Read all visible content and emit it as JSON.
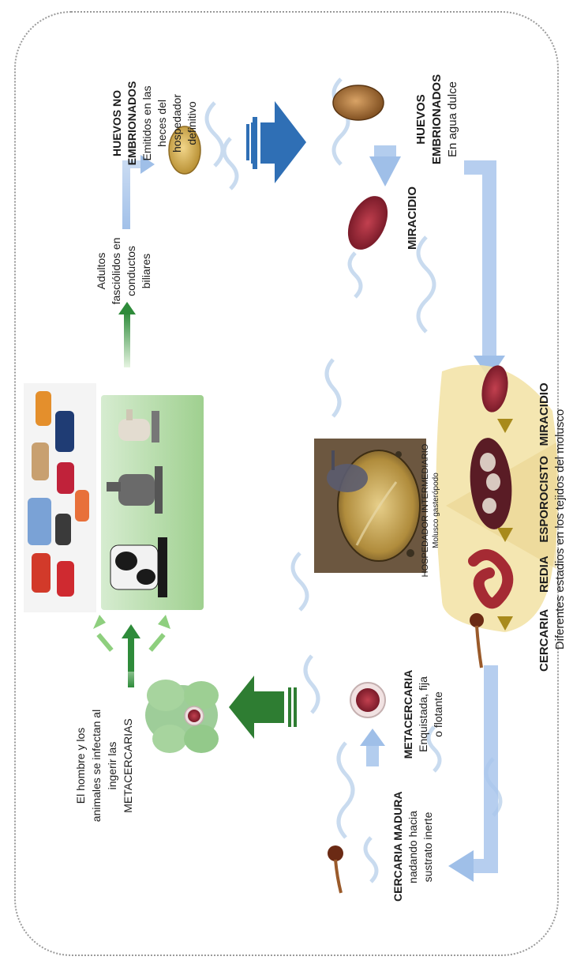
{
  "labels": {
    "adultos": [
      "Adultos",
      "fasciólidos en",
      "conductos",
      "biliares"
    ],
    "huevos_no_emb": [
      "HUEVOS NO",
      "EMBRIONADOS"
    ],
    "huevos_no_emb_desc": [
      "Emitidos en las",
      "heces del",
      "hospedador",
      "definitivo"
    ],
    "huevos_emb": [
      "HUEVOS",
      "EMBRIONADOS"
    ],
    "huevos_emb_desc": "En agua dulce",
    "miracidio": "MIRACIDIO",
    "hosp_intermediario": "HOSPEDADOR INTERMEDIARIO",
    "molusco": "Molusco gasterópodo",
    "estadios": [
      "CERCARIA",
      "REDIA",
      "ESPOROCISTO",
      "MIRACIDIO"
    ],
    "estadios_desc": "Diferentes estadios en los tejidos del molusco",
    "cercaria_madura": [
      "CERCARIA MADURA",
      "nadando hacia",
      "sustrato inerte"
    ],
    "metacercaria": [
      "METACERCARIA",
      "Enquistada, fija",
      "o flotante"
    ],
    "hombre": [
      "El hombre y los",
      "animales se infectan al",
      "ingerir las",
      "METACERCARIAS"
    ]
  },
  "colors": {
    "dark_blue_arrow": "#2f6fb5",
    "light_blue_arrow": "#9fbfe8",
    "green_arrow": "#2e7d32",
    "light_green_arrow": "#8ecf7e",
    "parasite_red": "#9c2a35",
    "egg_brown": "#b07a3a",
    "egg_yellow": "#d9b35b"
  }
}
